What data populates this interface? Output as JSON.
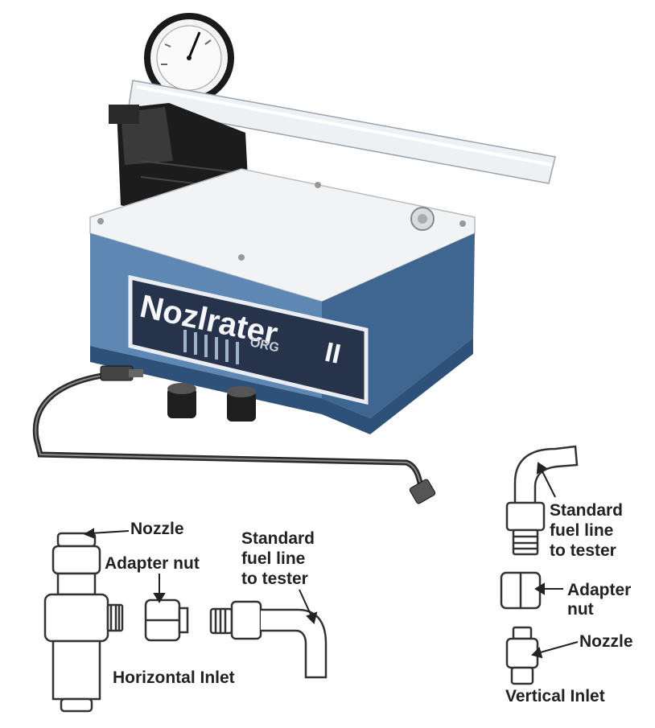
{
  "product": {
    "name_main": "Nozlrater",
    "name_suffix": "II",
    "maker_mark": "ORG"
  },
  "labels": {
    "nozzle": "Nozzle",
    "adapter_nut": "Adapter nut",
    "standard_fuel_line": "Standard fuel line to tester",
    "horizontal_inlet": "Horizontal Inlet",
    "right_standard_fuel_line": "Standard fuel line to tester",
    "right_adapter_nut": "Adapter nut",
    "right_nozzle": "Nozzle",
    "vertical_inlet": "Vertical Inlet"
  },
  "colors": {
    "pump_body": "#5f87b3",
    "pump_body_dark": "#3e6690",
    "pump_top": "#f2f3f4",
    "lever_block": "#1c1c1c",
    "nameplate": "#26334a",
    "line_art": "#333333"
  }
}
